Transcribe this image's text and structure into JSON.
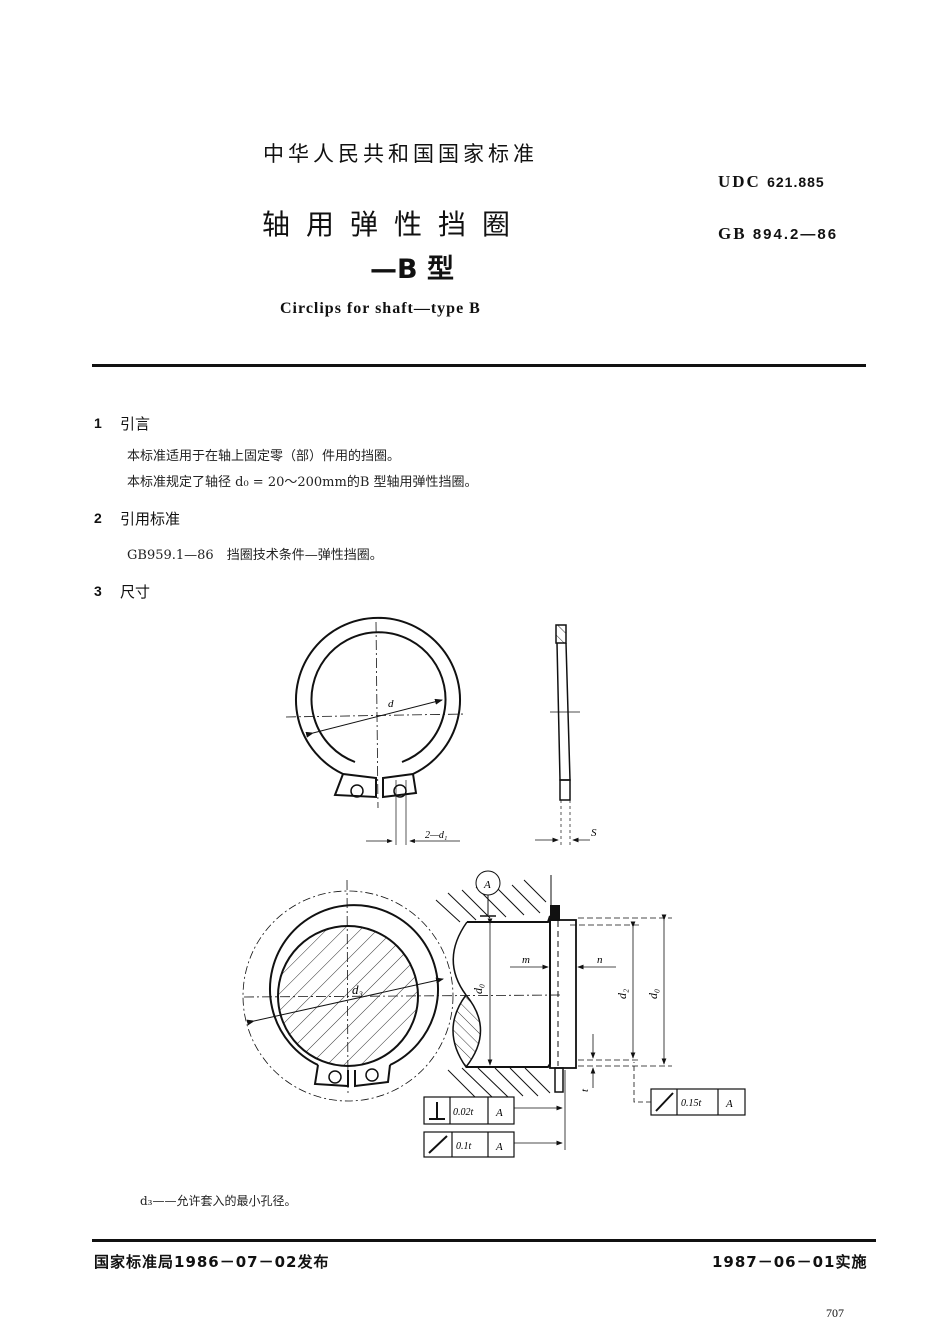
{
  "header": {
    "standard_name": "中华人民共和国国家标准",
    "udc_label": "UDC",
    "udc_number": "621.885",
    "gb_label": "GB",
    "gb_number": "894.2—86",
    "title_cn": "轴用弹性挡圈",
    "title_type": "—B 型",
    "title_en": "Circlips for shaft—type B"
  },
  "sections": [
    {
      "number": "1",
      "title": "引言",
      "paragraphs": [
        "本标准适用于在轴上固定零（部）件用的挡圈。",
        "本标准规定了轴径 d₀ = 20～200mm的B 型轴用弹性挡圈。"
      ]
    },
    {
      "number": "2",
      "title": "引用标准",
      "paragraphs": [
        "GB959.1—86　挡圈技术条件—弹性挡圈。"
      ]
    },
    {
      "number": "3",
      "title": "尺寸",
      "paragraphs": []
    }
  ],
  "figure": {
    "labels": {
      "d": "d",
      "holes": "2—d₁",
      "s": "S",
      "d3": "d₃",
      "datum": "A",
      "m": "m",
      "n": "n",
      "d0": "d₀",
      "d2": "d₂",
      "d0_right": "d₀",
      "t": "t"
    },
    "tolerances": [
      {
        "symbol": "perpendicularity",
        "value": "0.02t",
        "datum": "A"
      },
      {
        "symbol": "circular-runout",
        "value": "0.1t",
        "datum": "A"
      },
      {
        "symbol": "circular-runout",
        "value": "0.15t",
        "datum": "A"
      }
    ]
  },
  "note": "d₃——允许套入的最小孔径。",
  "footer": {
    "issued": "国家标准局1986－07－02发布",
    "effective": "1987－06－01实施",
    "page_number": "707"
  }
}
